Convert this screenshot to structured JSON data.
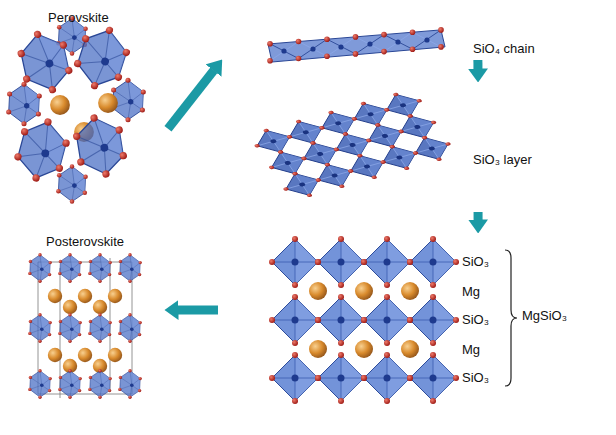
{
  "diagram": {
    "nodes": [
      {
        "text": [
          "Perovskite"
        ]
      },
      {
        "text": [
          "SiO₄ chain"
        ]
      },
      {
        "text": [
          "SiO₃ layer"
        ]
      },
      {
        "text": [
          "SiO₃",
          "Mg",
          "SiO₃",
          "Mg",
          "SiO₃",
          "MgSiO₃"
        ]
      },
      {
        "text": [
          "Posterovskite"
        ]
      }
    ],
    "edges": [
      {
        "from": 0,
        "to": 1,
        "arrow": "to"
      },
      {
        "from": 1,
        "to": 2,
        "arrow": "to"
      },
      {
        "from": 2,
        "to": 3,
        "arrow": "to"
      },
      {
        "from": 3,
        "to": 4,
        "arrow": "to"
      }
    ]
  }
}
